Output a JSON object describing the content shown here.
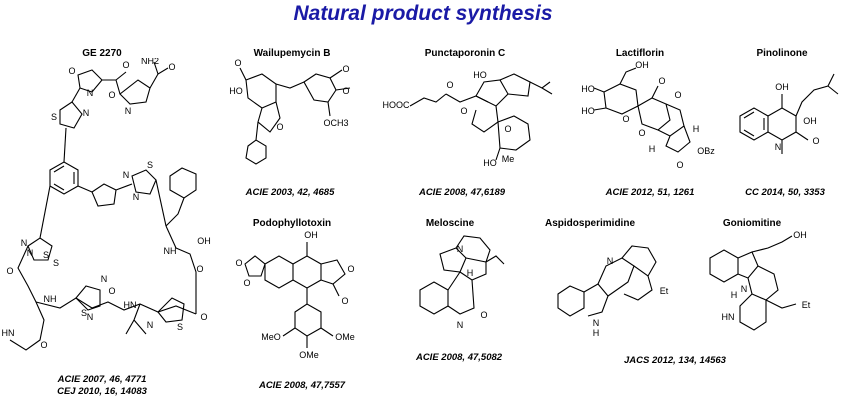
{
  "title": "Natural product synthesis",
  "compounds": [
    {
      "name": "GE 2270",
      "refs": [
        "ACIE 2007, 46, 4771",
        "CEJ  2010, 16, 14083"
      ],
      "labels": [
        "O",
        "N",
        "O",
        "NH2",
        "O",
        "N",
        "O",
        "S",
        "N",
        "N",
        "S",
        "N",
        "S",
        "N",
        "OH",
        "NH",
        "O",
        "N",
        "S",
        "HN",
        "O",
        "NH",
        "O",
        "N",
        "O",
        "N",
        "S",
        "N",
        "S",
        "HN",
        "O"
      ]
    },
    {
      "name": "Wailupemycin B",
      "refs": [
        "ACIE 2003, 42, 4685"
      ],
      "labels": [
        "O",
        "HO",
        "O",
        "O",
        "O",
        "OCH3"
      ]
    },
    {
      "name": "Punctaporonin C",
      "refs": [
        "ACIE 2008, 47,6189"
      ],
      "labels": [
        "HOOC",
        "O",
        "O",
        "HO",
        "O",
        "HO",
        "Me"
      ]
    },
    {
      "name": "Lactiflorin",
      "refs": [
        "ACIE 2012, 51, 1261"
      ],
      "labels": [
        "OH",
        "HO",
        "HO",
        "O",
        "O",
        "O",
        "O",
        "H",
        "OBz",
        "H",
        "O"
      ]
    },
    {
      "name": "Pinolinone",
      "refs": [
        "CC 2014, 50, 3353"
      ],
      "labels": [
        "OH",
        "OH",
        "N",
        "O"
      ]
    },
    {
      "name": "Podophyllotoxin",
      "refs": [
        "ACIE 2008, 47,7557"
      ],
      "labels": [
        "OH",
        "O",
        "O",
        "O",
        "O",
        "MeO",
        "OMe",
        "OMe"
      ]
    },
    {
      "name": "Meloscine",
      "refs": [
        "ACIE 2008, 47,5082"
      ],
      "labels": [
        "N",
        "H",
        "N",
        "O"
      ]
    },
    {
      "name": "Aspidosperimidine",
      "refs": [],
      "labels": [
        "N",
        "Et",
        "N",
        "H"
      ]
    },
    {
      "name": "Goniomitine",
      "refs": [
        "JACS 2012, 134, 14563"
      ],
      "labels": [
        "OH",
        "N",
        "H",
        "HN",
        "Et"
      ]
    }
  ]
}
